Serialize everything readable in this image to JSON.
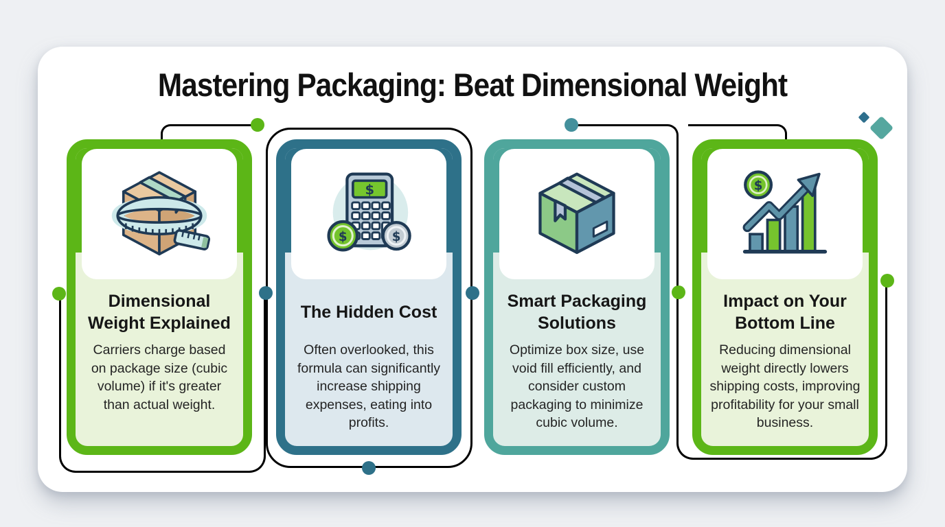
{
  "page": {
    "background_color": "#eef0f3",
    "canvas_color": "#ffffff"
  },
  "header": {
    "title": "Mastering Packaging: Beat Dimensional Weight"
  },
  "cards": [
    {
      "title": "Dimensional Weight Explained",
      "description": "Carriers charge based on package size (cubic volume) if it's greater than actual weight.",
      "icon": "package-tape-measure-icon",
      "accent_color": "#5cb617",
      "tint_color": "#e9f3da"
    },
    {
      "title": "The Hidden Cost",
      "description": "Often overlooked, this formula can significantly increase shipping expenses, eating into profits.",
      "icon": "calculator-coins-icon",
      "accent_color": "#2e7189",
      "tint_color": "#dde8ee"
    },
    {
      "title": "Smart Packaging Solutions",
      "description": "Optimize box size, use void fill efficiently, and consider custom packaging to minimize cubic volume.",
      "icon": "shipping-box-icon",
      "accent_color": "#4fa69c",
      "tint_color": "#ddece7"
    },
    {
      "title": "Impact on Your Bottom Line",
      "description": "Reducing dimensional weight directly lowers shipping costs, improving profitability for your small business.",
      "icon": "growth-chart-icon",
      "accent_color": "#5cb617",
      "tint_color": "#e9f3da"
    }
  ],
  "decorations": {
    "connector_green": "#5cb617",
    "connector_steel_blue": "#2e7189",
    "connector_dot_teal": "#44909c",
    "diamond_small_color": "#2e6f8d",
    "diamond_large_color": "#55a79f"
  }
}
